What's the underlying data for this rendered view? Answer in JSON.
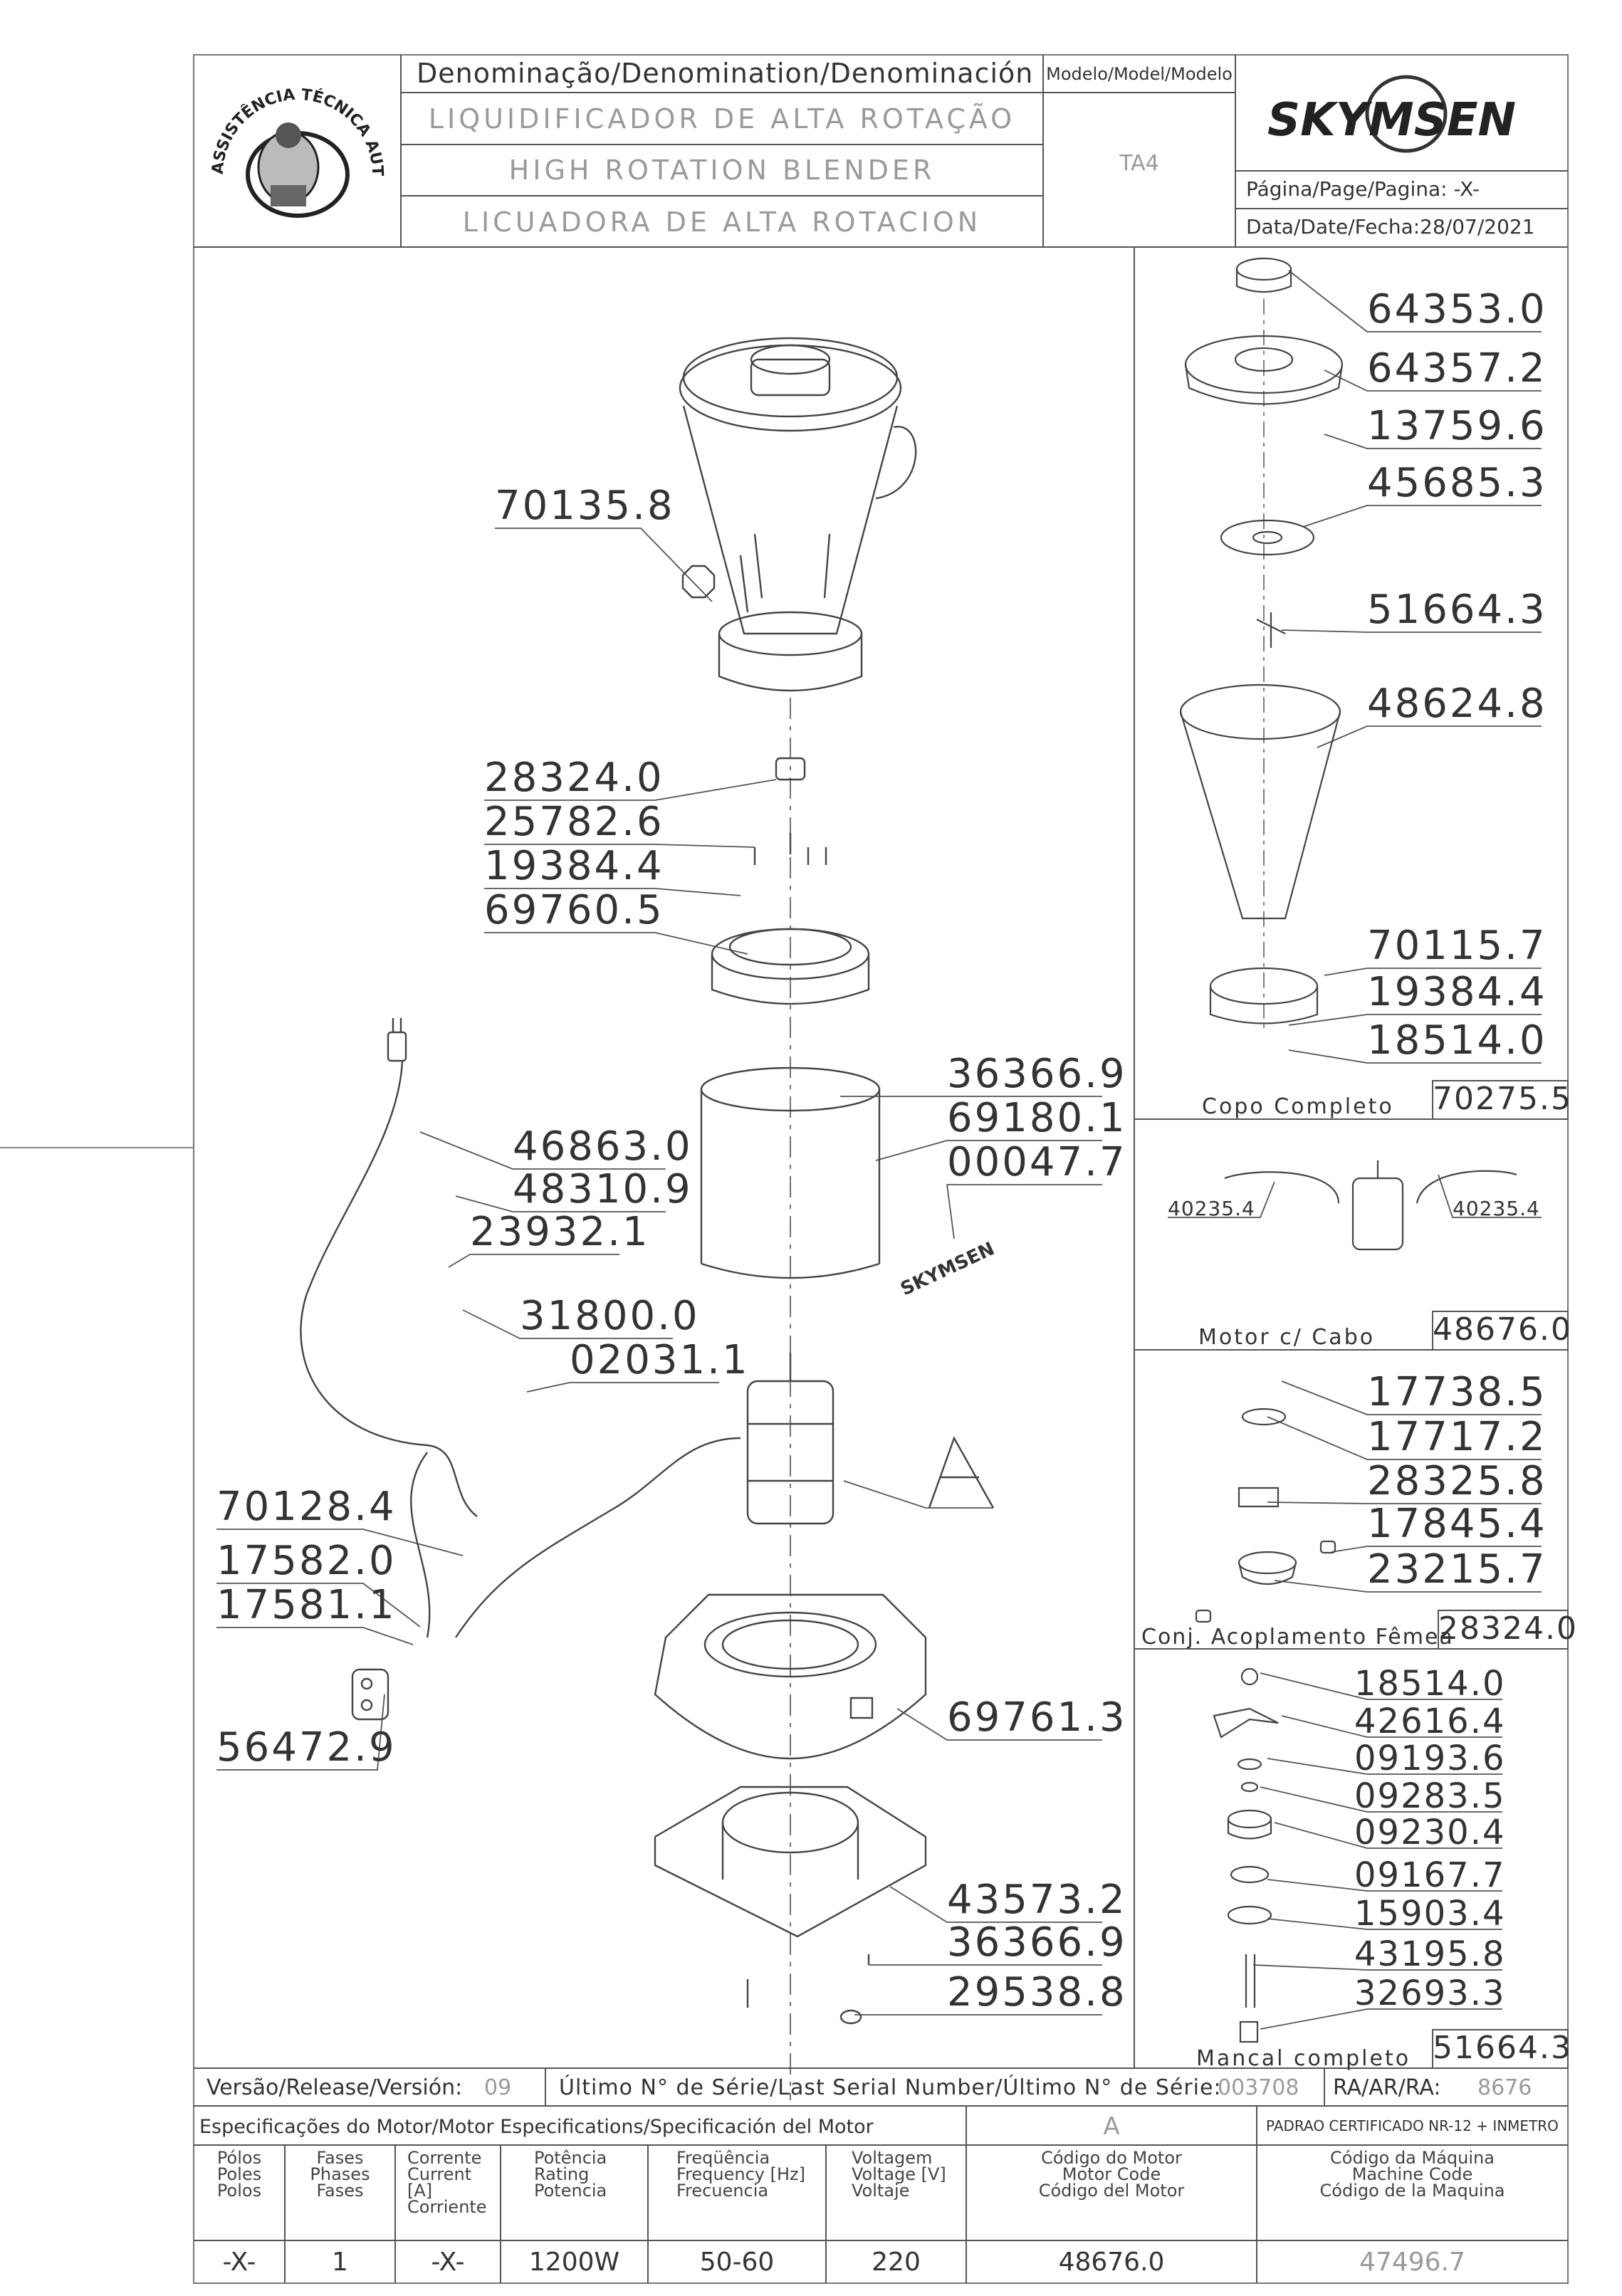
{
  "header": {
    "denomination_label": "Denominação/Denomination/Denominación",
    "name_pt": "LIQUIDIFICADOR DE ALTA ROTAÇÃO",
    "name_en": "HIGH ROTATION BLENDER",
    "name_es": "LICUADORA DE ALTA ROTACION",
    "model_label": "Modelo/Model/Modelo",
    "model_value": "TA4",
    "brand": "SKYMSEN",
    "page_label": "Página/Page/Pagina: -X-",
    "date_label": "Data/Date/Fecha:28/07/2021",
    "seal_text": "ASSISTÊNCIA TÉCNICA AUTORIZADA"
  },
  "main_parts": [
    "70135.8",
    "28324.0",
    "25782.6",
    "19384.4",
    "69760.5",
    "36366.9",
    "69180.1",
    "00047.7",
    "46863.0",
    "48310.9",
    "23932.1",
    "31800.0",
    "02031.1",
    "A",
    "70128.4",
    "17582.0",
    "17581.1",
    "56472.9",
    "69761.3",
    "43573.2",
    "36366.9",
    "29538.8"
  ],
  "copo": {
    "parts": [
      "64353.0",
      "64357.2",
      "13759.6",
      "45685.3",
      "51664.3",
      "48624.8",
      "70115.7",
      "19384.4",
      "18514.0"
    ],
    "title": "Copo Completo",
    "code": "70275.5"
  },
  "motor": {
    "parts": [
      "40235.4",
      "40235.4"
    ],
    "title": "Motor c/ Cabo",
    "code": "48676.0"
  },
  "acoplamento": {
    "parts": [
      "17738.5",
      "17717.2",
      "28325.8",
      "17845.4",
      "23215.7"
    ],
    "title": "Conj. Acoplamento Fêmea",
    "code": "28324.0"
  },
  "mancal": {
    "parts": [
      "18514.0",
      "42616.4",
      "09193.6",
      "09283.5",
      "09230.4",
      "09167.7",
      "15903.4",
      "43195.8",
      "32693.3"
    ],
    "title": "Mancal completo",
    "code": "51664.3"
  },
  "footer": {
    "version_label": "Versão/Release/Versión:",
    "version_value": "09",
    "serial_label": "Último N° de Série/Last Serial Number/Último N° de Série:",
    "serial_value": "003708",
    "ra_label": "RA/AR/RA:",
    "ra_value": "8676",
    "spec_title": "Especificações do Motor/Motor Especifications/Specificación del Motor",
    "spec_a": "A",
    "cert": "PADRAO CERTIFICADO NR-12 + INMETRO",
    "columns": [
      {
        "h1": "Pólos",
        "h2": "Poles",
        "h3": "Polos",
        "value": "-X-"
      },
      {
        "h1": "Fases",
        "h2": "Phases",
        "h3": "Fases",
        "value": "1"
      },
      {
        "h1": "Corrente",
        "h2": "Current [A]",
        "h3": "Corriente",
        "value": "-X-"
      },
      {
        "h1": "Potência",
        "h2": "Rating",
        "h3": "Potencia",
        "value": "1200W"
      },
      {
        "h1": "Freqüência",
        "h2": "Frequency [Hz]",
        "h3": "Frecuencia",
        "value": "50-60"
      },
      {
        "h1": "Voltagem",
        "h2": "Voltage [V]",
        "h3": "Voltaje",
        "value": "220"
      },
      {
        "h1": "Código do Motor",
        "h2": "Motor Code",
        "h3": "Código del Motor",
        "value": "48676.0"
      },
      {
        "h1": "Código da Máquina",
        "h2": "Machine Code",
        "h3": "Código de la Maquina",
        "value": "47496.7"
      }
    ]
  }
}
